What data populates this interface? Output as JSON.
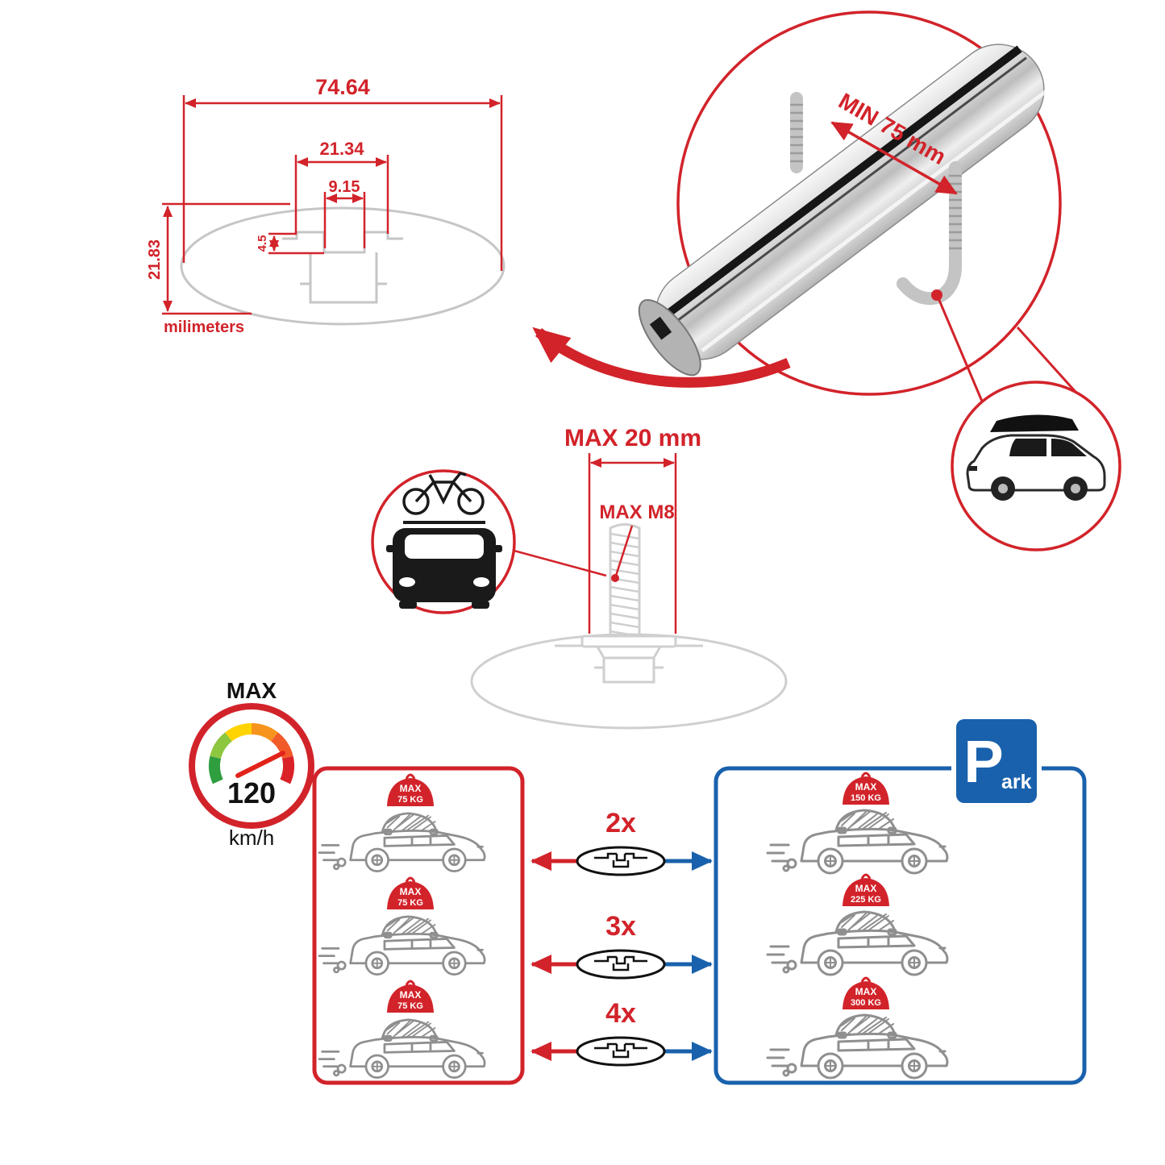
{
  "colors": {
    "red": "#d2232a",
    "blue": "#1961ac",
    "diagram_gray": "#c6c6c6",
    "car_gray": "#8f8f8f",
    "black": "#111111"
  },
  "dimensions": {
    "total_width": "74.64",
    "mid_width": "21.34",
    "slot_width": "9.15",
    "step_depth": "4.5",
    "height": "21.83",
    "units": "milimeters"
  },
  "crossbar": {
    "min_spread": "MIN 75 mm"
  },
  "bolt": {
    "max_length": "MAX 20 mm",
    "max_thread": "MAX M8"
  },
  "speed": {
    "label": "MAX",
    "value": "120",
    "units": "km/h"
  },
  "parking": {
    "letter": "P",
    "rest": "ark"
  },
  "left_panel": {
    "cars": [
      {
        "label": "MAX",
        "weight": "75 KG"
      },
      {
        "label": "MAX",
        "weight": "75 KG"
      },
      {
        "label": "MAX",
        "weight": "75 KG"
      }
    ]
  },
  "right_panel": {
    "cars": [
      {
        "label": "MAX",
        "weight": "150 KG"
      },
      {
        "label": "MAX",
        "weight": "225 KG"
      },
      {
        "label": "MAX",
        "weight": "300 KG"
      }
    ]
  },
  "multipliers": [
    "2x",
    "3x",
    "4x"
  ]
}
